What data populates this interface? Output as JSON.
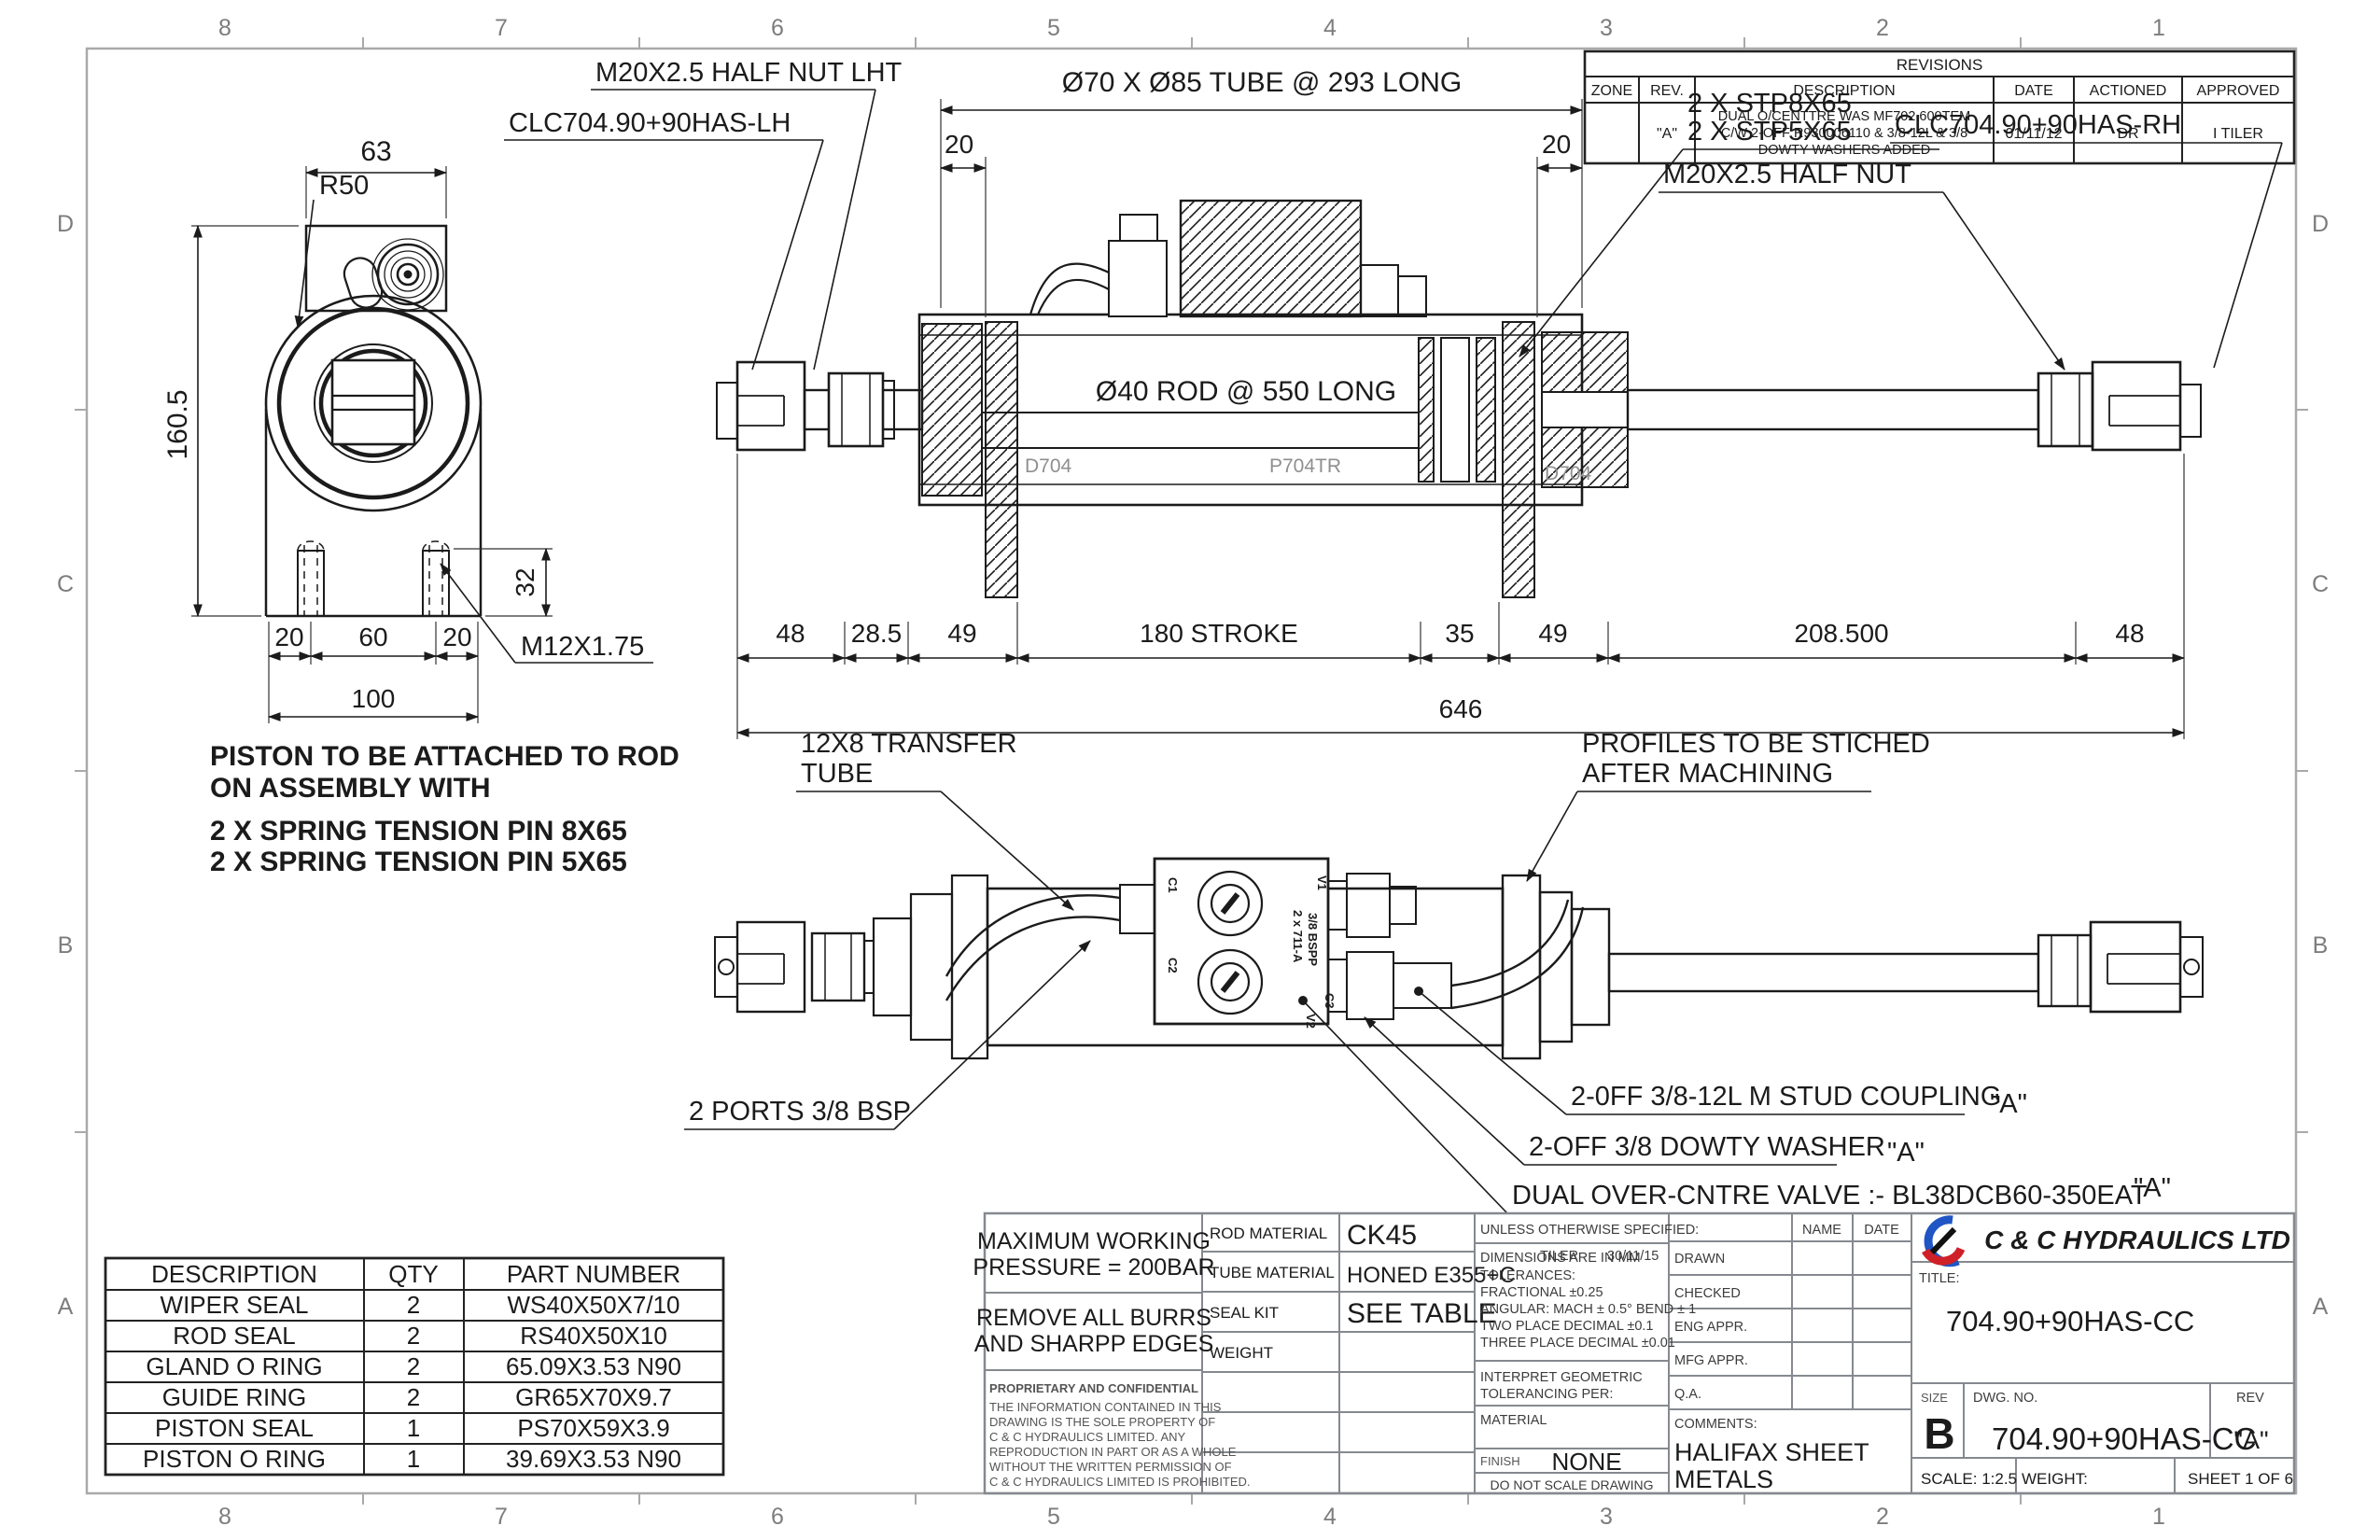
{
  "border": {
    "zones_top": [
      "8",
      "7",
      "6",
      "5",
      "4",
      "3",
      "2",
      "1"
    ],
    "zones_side": [
      "D",
      "C",
      "B",
      "A"
    ]
  },
  "revisions": {
    "title": "REVISIONS",
    "headers": [
      "ZONE",
      "REV.",
      "DESCRIPTION",
      "DATE",
      "ACTIONED",
      "APPROVED"
    ],
    "row": {
      "zone": "",
      "rev": "\"A\"",
      "desc": [
        "DUAL O/CENTTRE WAS MF702.600TEM",
        "C/W 2-OFF R930006110  & 3/8-12L & 3/8",
        "DOWTY WASHERS ADDED"
      ],
      "date": "01/11/12",
      "actioned": "DR",
      "approved": "I TILER"
    }
  },
  "front_view": {
    "dim_width": "63",
    "dim_height": "160.5",
    "dim_stud": "32",
    "dim_foot_l": "20",
    "dim_foot_m": "60",
    "dim_foot_r": "20",
    "dim_base": "100",
    "radius": "R50",
    "thread": "M12X1.75",
    "callout_nut_lht": "M20X2.5 HALF NUT LHT",
    "callout_clc_lh": "CLC704.90+90HAS-LH"
  },
  "main_view": {
    "dim_tube": "Ø70 X Ø85 TUBE @ 293 LONG",
    "dim_20l": "20",
    "dim_20r": "20",
    "rod_label": "Ø40 ROD @ 550 LONG",
    "seal_left": "D704",
    "seal_mid": "P704TR",
    "seal_right": "D704",
    "chain": [
      "48",
      "28.5",
      "49",
      "180 STROKE",
      "35",
      "49",
      "208.500",
      "48"
    ],
    "total": "646",
    "callout_stp1": "2 X STP8X65",
    "callout_stp2": "2 X STP5X65",
    "callout_clc_rh": "CLC704.90+90HAS-RH",
    "callout_nut": "M20X2.5 HALF NUT"
  },
  "note": {
    "lines": [
      "PISTON TO BE ATTACHED TO ROD",
      "ON ASSEMBLY WITH",
      "2 X SPRING TENSION PIN 8X65",
      "2 X SPRING TENSION PIN 5X65"
    ]
  },
  "bottom_view": {
    "callout_tt1": "12X8 TRANSFER",
    "callout_tt2": "TUBE",
    "callout_prof1": "PROFILES TO BE STICHED",
    "callout_prof2": "AFTER MACHINING",
    "callout_ports": "2 PORTS 3/8 BSP",
    "callout_coupling": "2-0FF 3/8-12L M STUD COUPLING",
    "callout_washer": "2-OFF 3/8 DOWTY WASHER",
    "callout_valve": "DUAL OVER-CNTRE VALVE :- BL38DCB60-350EAT",
    "rev_a": "\"A\"",
    "block": {
      "c1": "C1",
      "v1": "V1",
      "c2": "C2",
      "v2": "V2",
      "c3": "C3",
      "spec1": "2 x 711-A",
      "spec2": "3/8 BSPP"
    }
  },
  "parts_table": {
    "headers": [
      "DESCRIPTION",
      "QTY",
      "PART NUMBER"
    ],
    "rows": [
      [
        "WIPER SEAL",
        "2",
        "WS40X50X7/10"
      ],
      [
        "ROD SEAL",
        "2",
        "RS40X50X10"
      ],
      [
        "GLAND O RING",
        "2",
        "65.09X3.53 N90"
      ],
      [
        "GUIDE RING",
        "2",
        "GR65X70X9.7"
      ],
      [
        "PISTON SEAL",
        "1",
        "PS70X59X3.9"
      ],
      [
        "PISTON O RING",
        "1",
        "39.69X3.53 N90"
      ]
    ]
  },
  "title_block": {
    "info": {
      "pressure1": "MAXIMUM WORKING",
      "pressure2": "PRESSURE = 200BAR",
      "deburr1": "REMOVE ALL BURRS",
      "deburr2": "AND SHARPP EDGES",
      "prop_title": "PROPRIETARY AND CONFIDENTIAL",
      "prop_lines": [
        "THE INFORMATION CONTAINED IN THIS",
        "DRAWING IS THE SOLE PROPERTY OF",
        "C & C HYDRAULICS LIMITED. ANY",
        "REPRODUCTION IN PART OR AS A WHOLE",
        "WITHOUT THE WRITTEN PERMISSION OF",
        "C & C HYDRAULICS LIMITED IS PROHIBITED."
      ]
    },
    "materials": {
      "rows": [
        {
          "label": "ROD MATERIAL",
          "value": "CK45"
        },
        {
          "label": "TUBE MATERIAL",
          "value": "HONED E355+C"
        },
        {
          "label": "SEAL KIT",
          "value": "SEE TABLE"
        },
        {
          "label": "WEIGHT",
          "value": ""
        }
      ]
    },
    "tolerances": {
      "header": "UNLESS OTHERWISE SPECIFIED:",
      "lines": [
        "DIMENSIONS ARE IN MM",
        "TOLERANCES:",
        "FRACTIONAL ±0.25",
        "ANGULAR: MACH ± 0.5°  BEND ± 1",
        "TWO PLACE DECIMAL    ±0.1",
        "THREE PLACE DECIMAL  ±0.01"
      ],
      "overlay_name": "TILER",
      "overlay_date": "30/11/15",
      "interpret1": "INTERPRET GEOMETRIC",
      "interpret2": "TOLERANCING PER:",
      "material_label": "MATERIAL",
      "finish_label": "FINISH",
      "finish_value": "NONE",
      "do_not_scale": "DO NOT SCALE DRAWING"
    },
    "signoff": {
      "name_header": "NAME",
      "date_header": "DATE",
      "rows": [
        "DRAWN",
        "CHECKED",
        "ENG APPR.",
        "MFG APPR.",
        "Q.A."
      ],
      "comments_label": "COMMENTS:",
      "comments1": "HALIFAX SHEET",
      "comments2": "METALS"
    },
    "company": {
      "name": "C & C HYDRAULICS LTD",
      "title_label": "TITLE:",
      "title_value": "704.90+90HAS-CC",
      "size_label": "SIZE",
      "size_value": "B",
      "dwg_label": "DWG.  NO.",
      "dwg_value": "704.90+90HAS-CC",
      "rev_label": "REV",
      "rev_value": "\"A\"",
      "scale_label": "SCALE: 1:2.5",
      "weight_label": "WEIGHT:",
      "sheet_label": "SHEET 1 OF 6"
    },
    "logo_blue": "#1f55c4",
    "logo_red": "#cf2027"
  }
}
